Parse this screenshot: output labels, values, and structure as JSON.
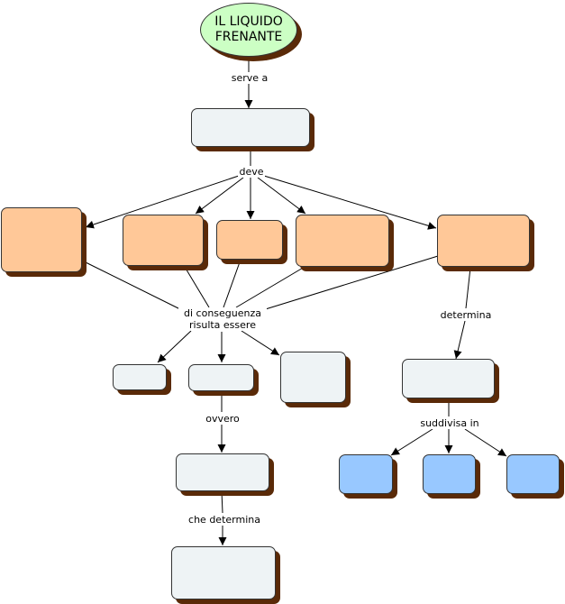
{
  "root": {
    "line1": "IL LIQUIDO",
    "line2": "FRENANTE"
  },
  "links": {
    "serve_a": "serve a",
    "deve": "deve",
    "di_conseguenza_1": "di conseguenza",
    "di_conseguenza_2": "risulta essere",
    "determina": "determina",
    "ovvero": "ovvero",
    "suddivisa_in": "suddivisa in",
    "che_determina": "che determina"
  },
  "colors": {
    "root_fill": "#ccffc4",
    "gray_fill": "#eef3f5",
    "orange_fill": "#ffc898",
    "blue_fill": "#98c8ff",
    "shadow": "#5a2a08"
  }
}
